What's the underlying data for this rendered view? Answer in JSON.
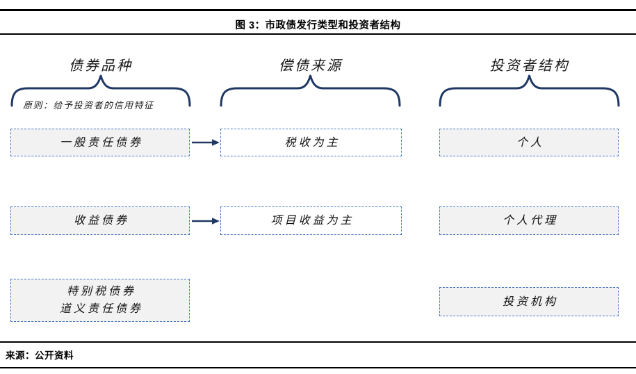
{
  "title": "图 3：市政债发行类型和投资者结构",
  "source": "来源：公开资料",
  "colors": {
    "accent_navy": "#1F3864",
    "dashed_border_blue": "#4576C2",
    "box_fill_gray": "#F2F2F2"
  },
  "columns": [
    {
      "header": "债券品种",
      "note": "原则：给予投资者的信用特征",
      "boxes": [
        {
          "label": "一般责任债券"
        },
        {
          "label": "收益债券"
        },
        {
          "lines": [
            "特别税债券",
            "道义责任债券"
          ]
        }
      ]
    },
    {
      "header": "偿债来源",
      "boxes": [
        {
          "label": "税收为主"
        },
        {
          "label": "项目收益为主"
        }
      ]
    },
    {
      "header": "投资者结构",
      "boxes": [
        {
          "label": "个人"
        },
        {
          "label": "个人代理"
        },
        {
          "label": "投资机构"
        }
      ]
    }
  ]
}
